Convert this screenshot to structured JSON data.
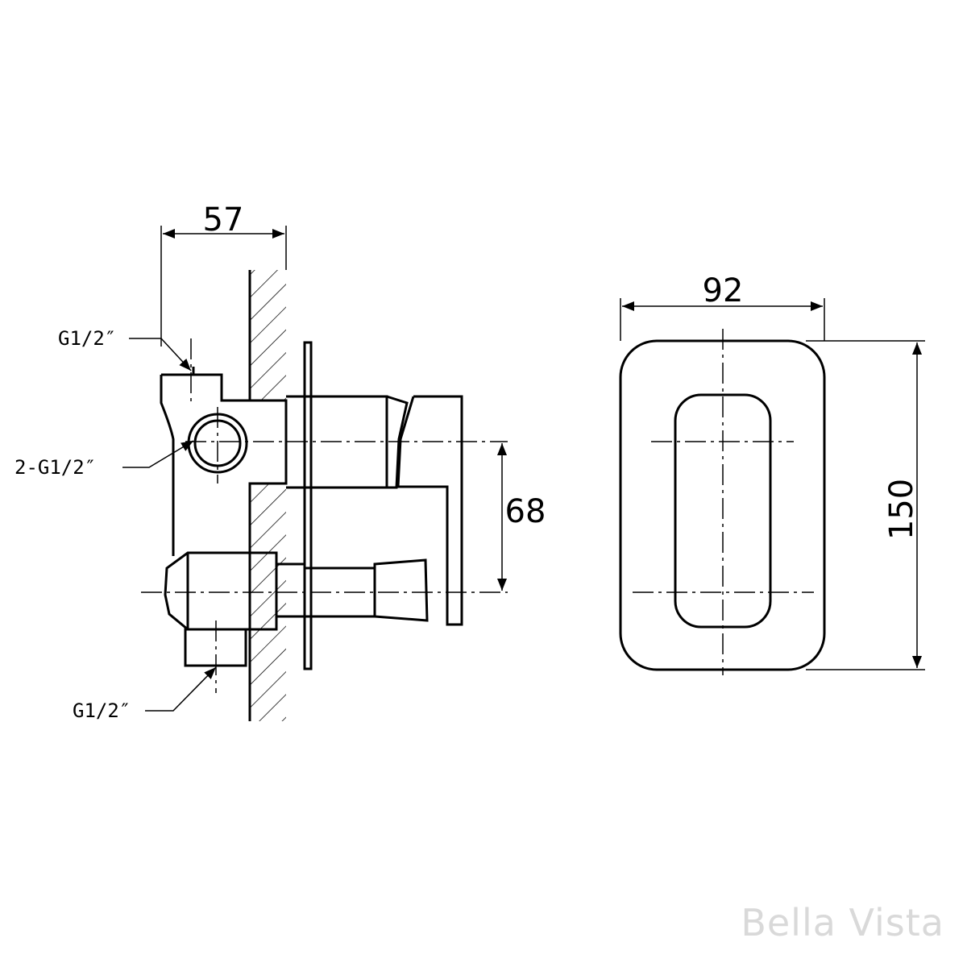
{
  "dimensions": {
    "side_depth": "57",
    "handle_spacing": "68",
    "plate_width": "92",
    "plate_height": "150"
  },
  "callouts": {
    "top_inlet": "G1/2″",
    "side_inlets": "2-G1/2″",
    "bottom_outlet": "G1/2″"
  },
  "watermark": "Bella Vista"
}
